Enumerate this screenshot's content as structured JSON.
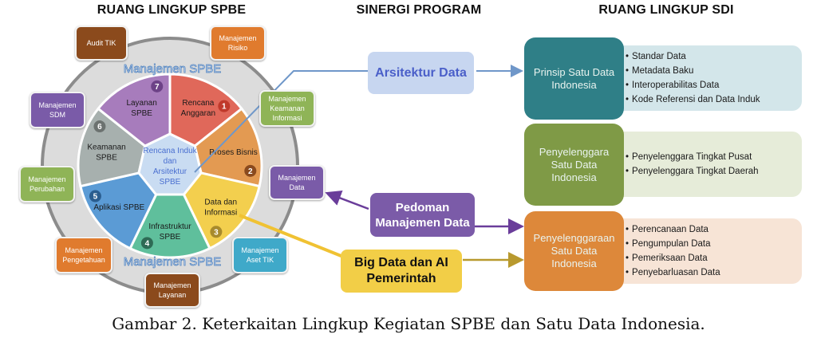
{
  "headers": {
    "spbe": "RUANG LINGKUP SPBE",
    "sinergi": "SINERGI PROGRAM",
    "sdi": "RUANG LINGKUP SDI"
  },
  "wheel": {
    "ring_label_top": "Manajemen SPBE",
    "ring_label_bottom": "Manajemen SPBE",
    "center": [
      "Rencana Induk",
      "dan",
      "Arsitektur",
      "SPBE"
    ],
    "segments": [
      {
        "num": "1",
        "lines": [
          "Rencana",
          "Anggaran"
        ],
        "color": "#e0685a",
        "badge": "#c0392b"
      },
      {
        "num": "2",
        "lines": [
          "Proses Bisnis"
        ],
        "color": "#e39a52",
        "badge": "#8a4a1e"
      },
      {
        "num": "3",
        "lines": [
          "Data dan",
          "Informasi"
        ],
        "color": "#f3cf4e",
        "badge": "#a88a2c"
      },
      {
        "num": "4",
        "lines": [
          "Infrastruktur",
          "SPBE"
        ],
        "color": "#5fbf9c",
        "badge": "#2e6b55"
      },
      {
        "num": "5",
        "lines": [
          "Aplikasi SPBE"
        ],
        "color": "#5b9bd5",
        "badge": "#2a5d8f"
      },
      {
        "num": "6",
        "lines": [
          "Keamanan",
          "SPBE"
        ],
        "color": "#a7b0ae",
        "badge": "#6c7270"
      },
      {
        "num": "7",
        "lines": [
          "Layanan",
          "SPBE"
        ],
        "color": "#a77cbc",
        "badge": "#6d4287"
      }
    ]
  },
  "management_boxes": [
    {
      "id": "audit-tik",
      "label": "Audit TIK",
      "color": "#8b4a1c"
    },
    {
      "id": "manajemen-risiko",
      "label": "Manajemen Risiko",
      "color": "#e07b2e"
    },
    {
      "id": "manajemen-keamanan-informasi",
      "label": "Manajemen Keamanan Informasi",
      "color": "#8fb457"
    },
    {
      "id": "manajemen-data",
      "label": "Manajemen Data",
      "color": "#7a5ba8"
    },
    {
      "id": "manajemen-aset-tik",
      "label": "Manajemen Aset TIK",
      "color": "#3fa9c9"
    },
    {
      "id": "manajemen-layanan",
      "label": "Manajemen Layanan",
      "color": "#8b4a1c"
    },
    {
      "id": "manajemen-pengetahuan",
      "label": "Manajemen Pengetahuan",
      "color": "#e07b2e"
    },
    {
      "id": "manajemen-perubahan",
      "label": "Manajemen Perubahan",
      "color": "#8fb457"
    },
    {
      "id": "manajemen-sdm",
      "label": "Manajemen SDM",
      "color": "#7a5ba8"
    }
  ],
  "programs": {
    "arsitektur_data": "Arsitektur Data",
    "pedoman": [
      "Pedoman",
      "Manajemen Data"
    ],
    "big_data": [
      "Big Data dan AI",
      "Pemerintah"
    ]
  },
  "sdi": [
    {
      "title": [
        "Prinsip Satu Data",
        "Indonesia"
      ],
      "head_color": "#2f7f87",
      "list_color": "#d3e6ea",
      "items": [
        "Standar Data",
        "Metadata Baku",
        "Interoperabilitas Data",
        "Kode Referensi dan Data Induk"
      ]
    },
    {
      "title": [
        "Penyelenggara",
        "Satu Data",
        "Indonesia"
      ],
      "head_color": "#7f9a46",
      "list_color": "#e6ecd9",
      "items": [
        "Penyelenggara Tingkat Pusat",
        "Penyelenggara Tingkat Daerah"
      ]
    },
    {
      "title": [
        "Penyelenggaraan",
        "Satu Data",
        "Indonesia"
      ],
      "head_color": "#dd883a",
      "list_color": "#f7e4d6",
      "items": [
        "Perencanaan Data",
        "Pengumpulan Data",
        "Pemeriksaan Data",
        "Penyebarluasan Data"
      ]
    }
  ],
  "caption": "Gambar 2. Keterkaitan Lingkup Kegiatan SPBE dan Satu Data Indonesia."
}
